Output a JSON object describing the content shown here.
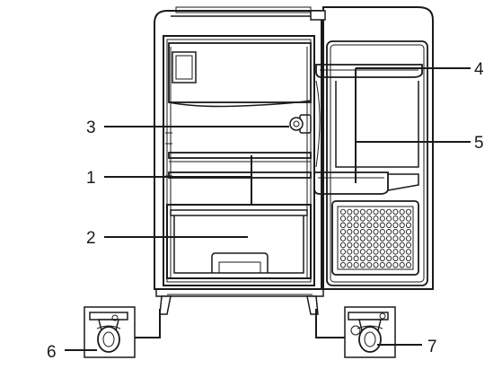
{
  "callouts": [
    {
      "id": "1",
      "label": "1"
    },
    {
      "id": "2",
      "label": "2"
    },
    {
      "id": "3",
      "label": "3"
    },
    {
      "id": "4",
      "label": "4"
    },
    {
      "id": "5",
      "label": "5"
    },
    {
      "id": "6",
      "label": "6"
    },
    {
      "id": "7",
      "label": "7"
    }
  ],
  "colors": {
    "stroke": "#1a1a1a",
    "background": "#ffffff"
  },
  "icons": [
    "refrigerator-diagram",
    "adjustable-foot-icon"
  ]
}
